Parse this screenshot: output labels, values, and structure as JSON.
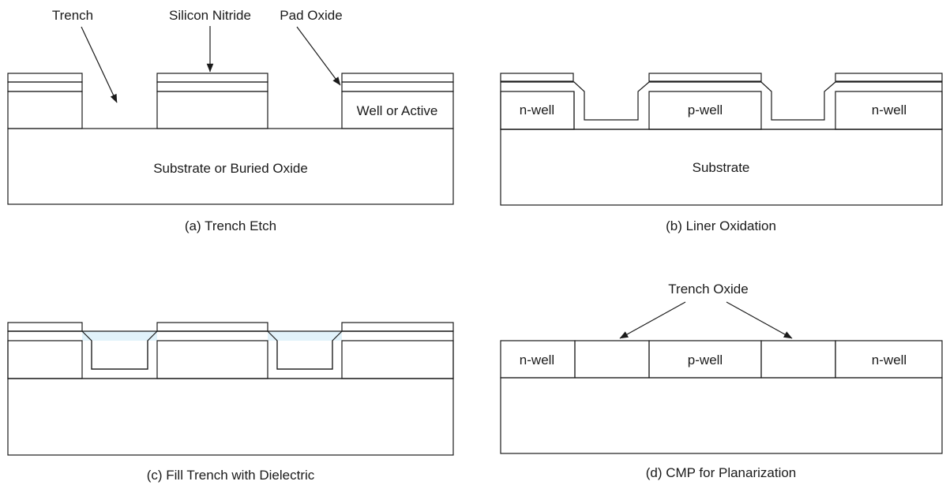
{
  "colors": {
    "gray": "#e6e6e8",
    "nitride": "#c3d9df",
    "oxide": "#e1f2fa",
    "white": "#ffffff",
    "outline": "#1a1a1a"
  },
  "panel_a": {
    "caption": "(a) Trench Etch",
    "label_trench": "Trench",
    "label_nitride": "Silicon Nitride",
    "label_pad_oxide": "Pad Oxide",
    "label_well_active": "Well or Active",
    "label_substrate": "Substrate or Buried Oxide"
  },
  "panel_b": {
    "caption": "(b) Liner Oxidation",
    "label_left_well": "n-well",
    "label_center_well": "p-well",
    "label_right_well": "n-well",
    "label_substrate": "Substrate"
  },
  "panel_c": {
    "caption": "(c) Fill Trench with Dielectric"
  },
  "panel_d": {
    "caption": "(d) CMP for Planarization",
    "label_trench_oxide": "Trench Oxide",
    "label_left_well": "n-well",
    "label_center_well": "p-well",
    "label_right_well": "n-well"
  }
}
